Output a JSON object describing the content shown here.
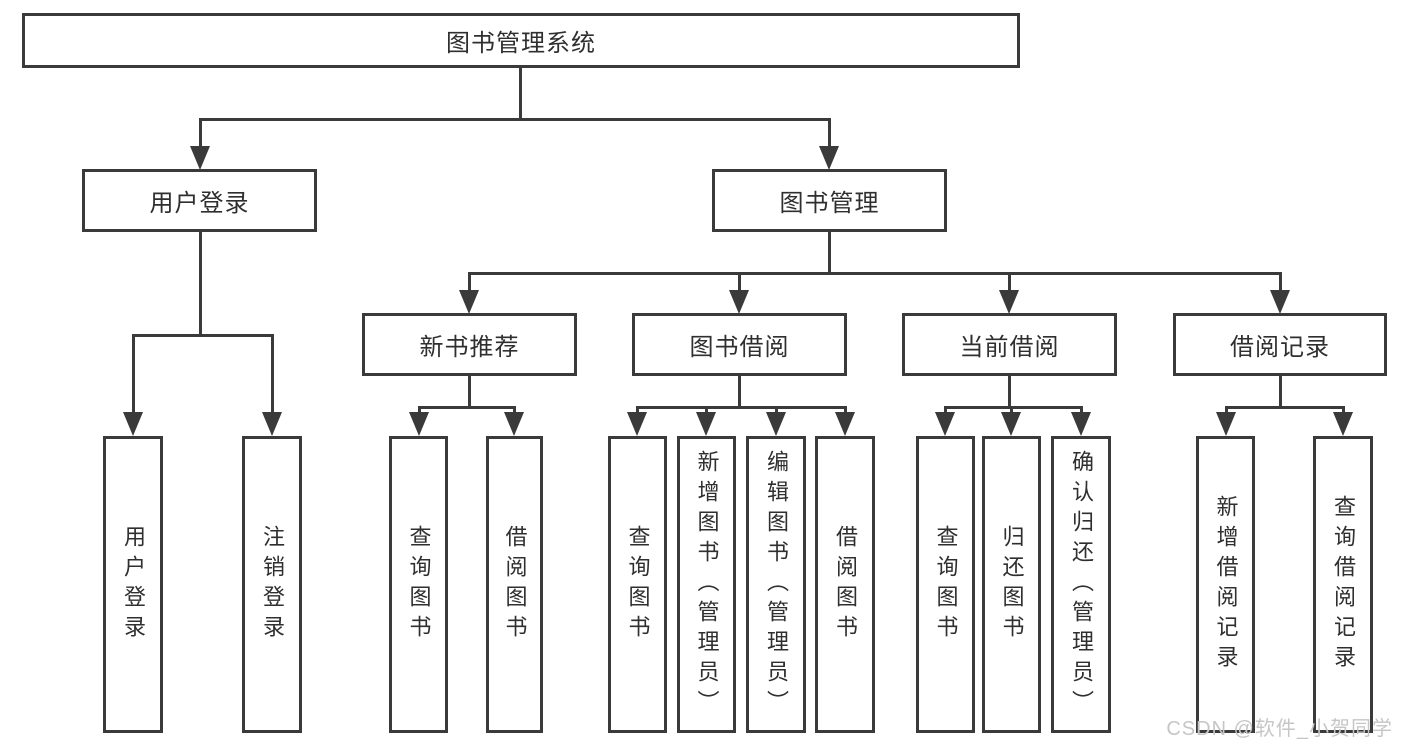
{
  "diagram": {
    "root": {
      "id": "library-management-system",
      "label": "图书管理系统"
    },
    "level2": [
      {
        "id": "user-login",
        "label": "用户登录",
        "parent": "图书管理系统"
      },
      {
        "id": "book-management",
        "label": "图书管理",
        "parent": "图书管理系统"
      }
    ],
    "level3": [
      {
        "id": "new-book-recommend",
        "label": "新书推荐",
        "parent": "图书管理"
      },
      {
        "id": "book-borrowing",
        "label": "图书借阅",
        "parent": "图书管理"
      },
      {
        "id": "current-borrowing",
        "label": "当前借阅",
        "parent": "图书管理"
      },
      {
        "id": "borrowing-records",
        "label": "借阅记录",
        "parent": "图书管理"
      }
    ],
    "leaves": [
      {
        "id": "user-login-leaf",
        "label": "用户登录",
        "parent": "用户登录"
      },
      {
        "id": "logout",
        "label": "注销登录",
        "parent": "用户登录"
      },
      {
        "id": "query-books-1",
        "label": "查询图书",
        "parent": "新书推荐"
      },
      {
        "id": "borrow-books-1",
        "label": "借阅图书",
        "parent": "新书推荐"
      },
      {
        "id": "query-books-2",
        "label": "查询图书",
        "parent": "图书借阅"
      },
      {
        "id": "add-books-admin",
        "label": "新增图书（管理员）",
        "parent": "图书借阅"
      },
      {
        "id": "edit-books-admin",
        "label": "编辑图书（管理员）",
        "parent": "图书借阅"
      },
      {
        "id": "borrow-books-2",
        "label": "借阅图书",
        "parent": "图书借阅"
      },
      {
        "id": "query-books-3",
        "label": "查询图书",
        "parent": "当前借阅"
      },
      {
        "id": "return-books",
        "label": "归还图书",
        "parent": "当前借阅"
      },
      {
        "id": "confirm-return-admin",
        "label": "确认归还（管理员）",
        "parent": "当前借阅"
      },
      {
        "id": "add-borrow-record",
        "label": "新增借阅记录",
        "parent": "借阅记录"
      },
      {
        "id": "query-borrow-record",
        "label": "查询借阅记录",
        "parent": "借阅记录"
      }
    ]
  },
  "watermark": {
    "text": "CSDN @软件_小贺同学"
  },
  "colors": {
    "line": "#3a3a3a",
    "text": "#2f2f2f",
    "background": "#ffffff",
    "watermark": "#c6c6c6"
  }
}
